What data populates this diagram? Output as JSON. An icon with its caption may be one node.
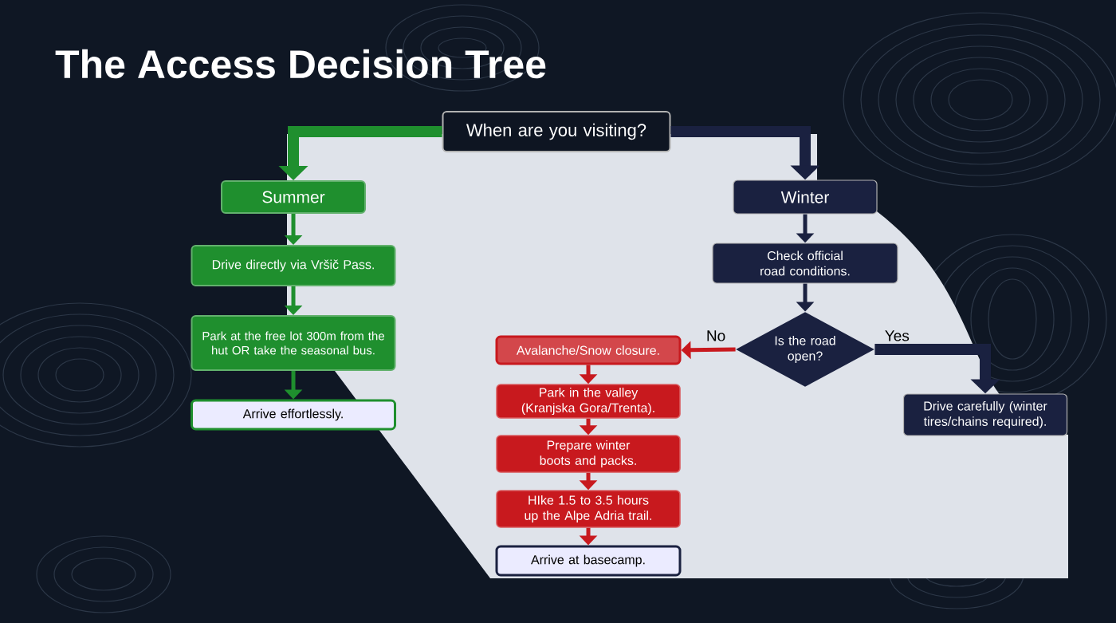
{
  "diagram": {
    "title": "The Access Decision Tree",
    "nodes": [
      {
        "text": [
          "When are you visiting?"
        ]
      },
      {
        "text": [
          "Summer"
        ]
      },
      {
        "text": [
          "Drive directly via Vršič Pass."
        ]
      },
      {
        "text": [
          "Park at the free lot 300m from the hut OR take the seasonal bus."
        ]
      },
      {
        "text": [
          "Arrive effortlessly."
        ]
      },
      {
        "text": [
          "Winter"
        ]
      },
      {
        "text": [
          "Check official road conditions."
        ]
      },
      {
        "text": [
          "Is the road open?"
        ]
      },
      {
        "text": [
          "Avalanche/Snow closure."
        ]
      },
      {
        "text": [
          "Park in the valley (Kranjska Gora/Trenta)."
        ]
      },
      {
        "text": [
          "Prepare winter boots and packs."
        ]
      },
      {
        "text": [
          "HIke 1.5 to 3.5 hours up the Alpe Adria trail."
        ]
      },
      {
        "text": [
          "Arrive at basecamp."
        ]
      },
      {
        "text": [
          "Drive carefully (winter tires/chains required)."
        ]
      }
    ],
    "edges": [
      {
        "from": 0,
        "to": 1,
        "arrow": "to",
        "style": "thick",
        "color": "#1f8f2e"
      },
      {
        "from": 0,
        "to": 5,
        "arrow": "to",
        "style": "thick",
        "color": "#1a2140"
      },
      {
        "from": 1,
        "to": 2,
        "arrow": "to",
        "color": "#1f8f2e"
      },
      {
        "from": 2,
        "to": 3,
        "arrow": "to",
        "color": "#1f8f2e"
      },
      {
        "from": 3,
        "to": 4,
        "arrow": "to",
        "color": "#1f8f2e"
      },
      {
        "from": 5,
        "to": 6,
        "arrow": "to",
        "color": "#1a2140"
      },
      {
        "from": 6,
        "to": 7,
        "arrow": "to",
        "color": "#1a2140"
      },
      {
        "from": 7,
        "to": 8,
        "arrow": "to",
        "label": "No"
      },
      {
        "from": 8,
        "to": 9,
        "arrow": "to"
      },
      {
        "from": 9,
        "to": 10,
        "arrow": "to"
      },
      {
        "from": 10,
        "to": 11,
        "arrow": "to"
      },
      {
        "from": 11,
        "to": 12,
        "arrow": "to"
      },
      {
        "from": 7,
        "to": 13,
        "arrow": "to",
        "style": "thick",
        "label": "Yes",
        "color": "#1a2140"
      }
    ]
  }
}
